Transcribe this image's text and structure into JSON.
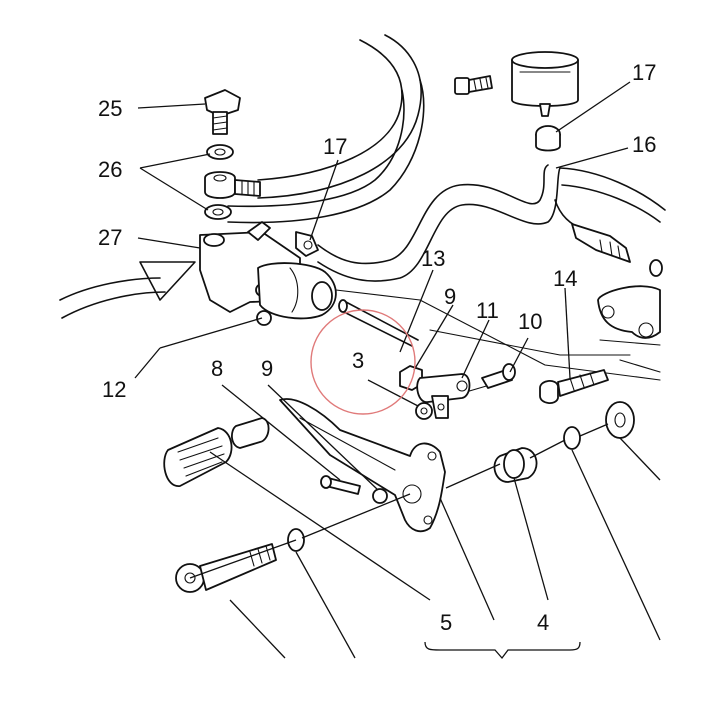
{
  "callouts": {
    "c25": "25",
    "c26": "26",
    "c27": "27",
    "c17a": "17",
    "c17b": "17",
    "c16": "16",
    "c13": "13",
    "c9a": "9",
    "c11": "11",
    "c10": "10",
    "c14": "14",
    "c12": "12",
    "c3": "3",
    "c8": "8",
    "c9b": "9",
    "c5": "5",
    "c4": "4"
  },
  "highlight_color": "#e07a7a",
  "line_color": "#111111"
}
